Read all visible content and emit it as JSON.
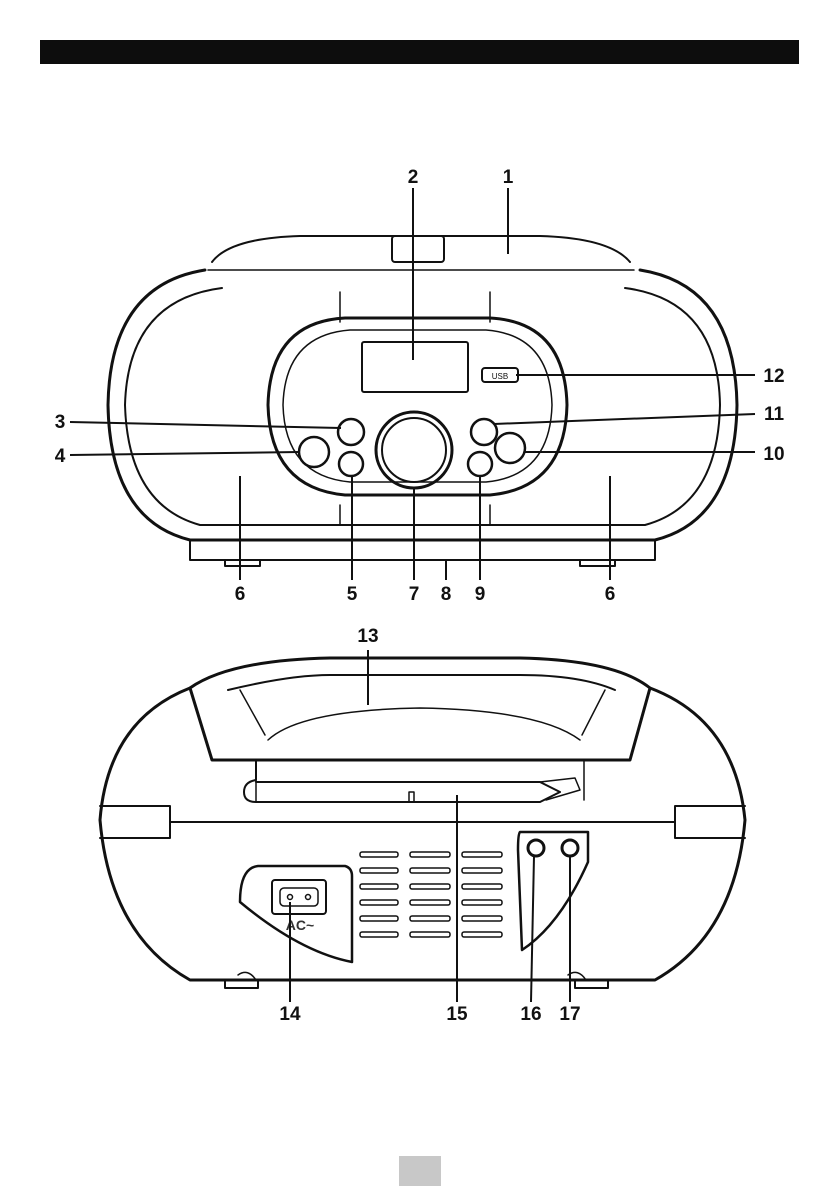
{
  "header_bar_color": "#0d0d0d",
  "page_number_box_color": "#c8c8c8",
  "front_view": {
    "callouts": [
      "1",
      "2",
      "3",
      "4",
      "5",
      "6",
      "7",
      "8",
      "9",
      "10",
      "11",
      "12",
      "6"
    ],
    "usb_port_label": "USB"
  },
  "rear_view": {
    "callouts": [
      "13",
      "14",
      "15",
      "16",
      "17"
    ],
    "ac_label": "AC~"
  }
}
